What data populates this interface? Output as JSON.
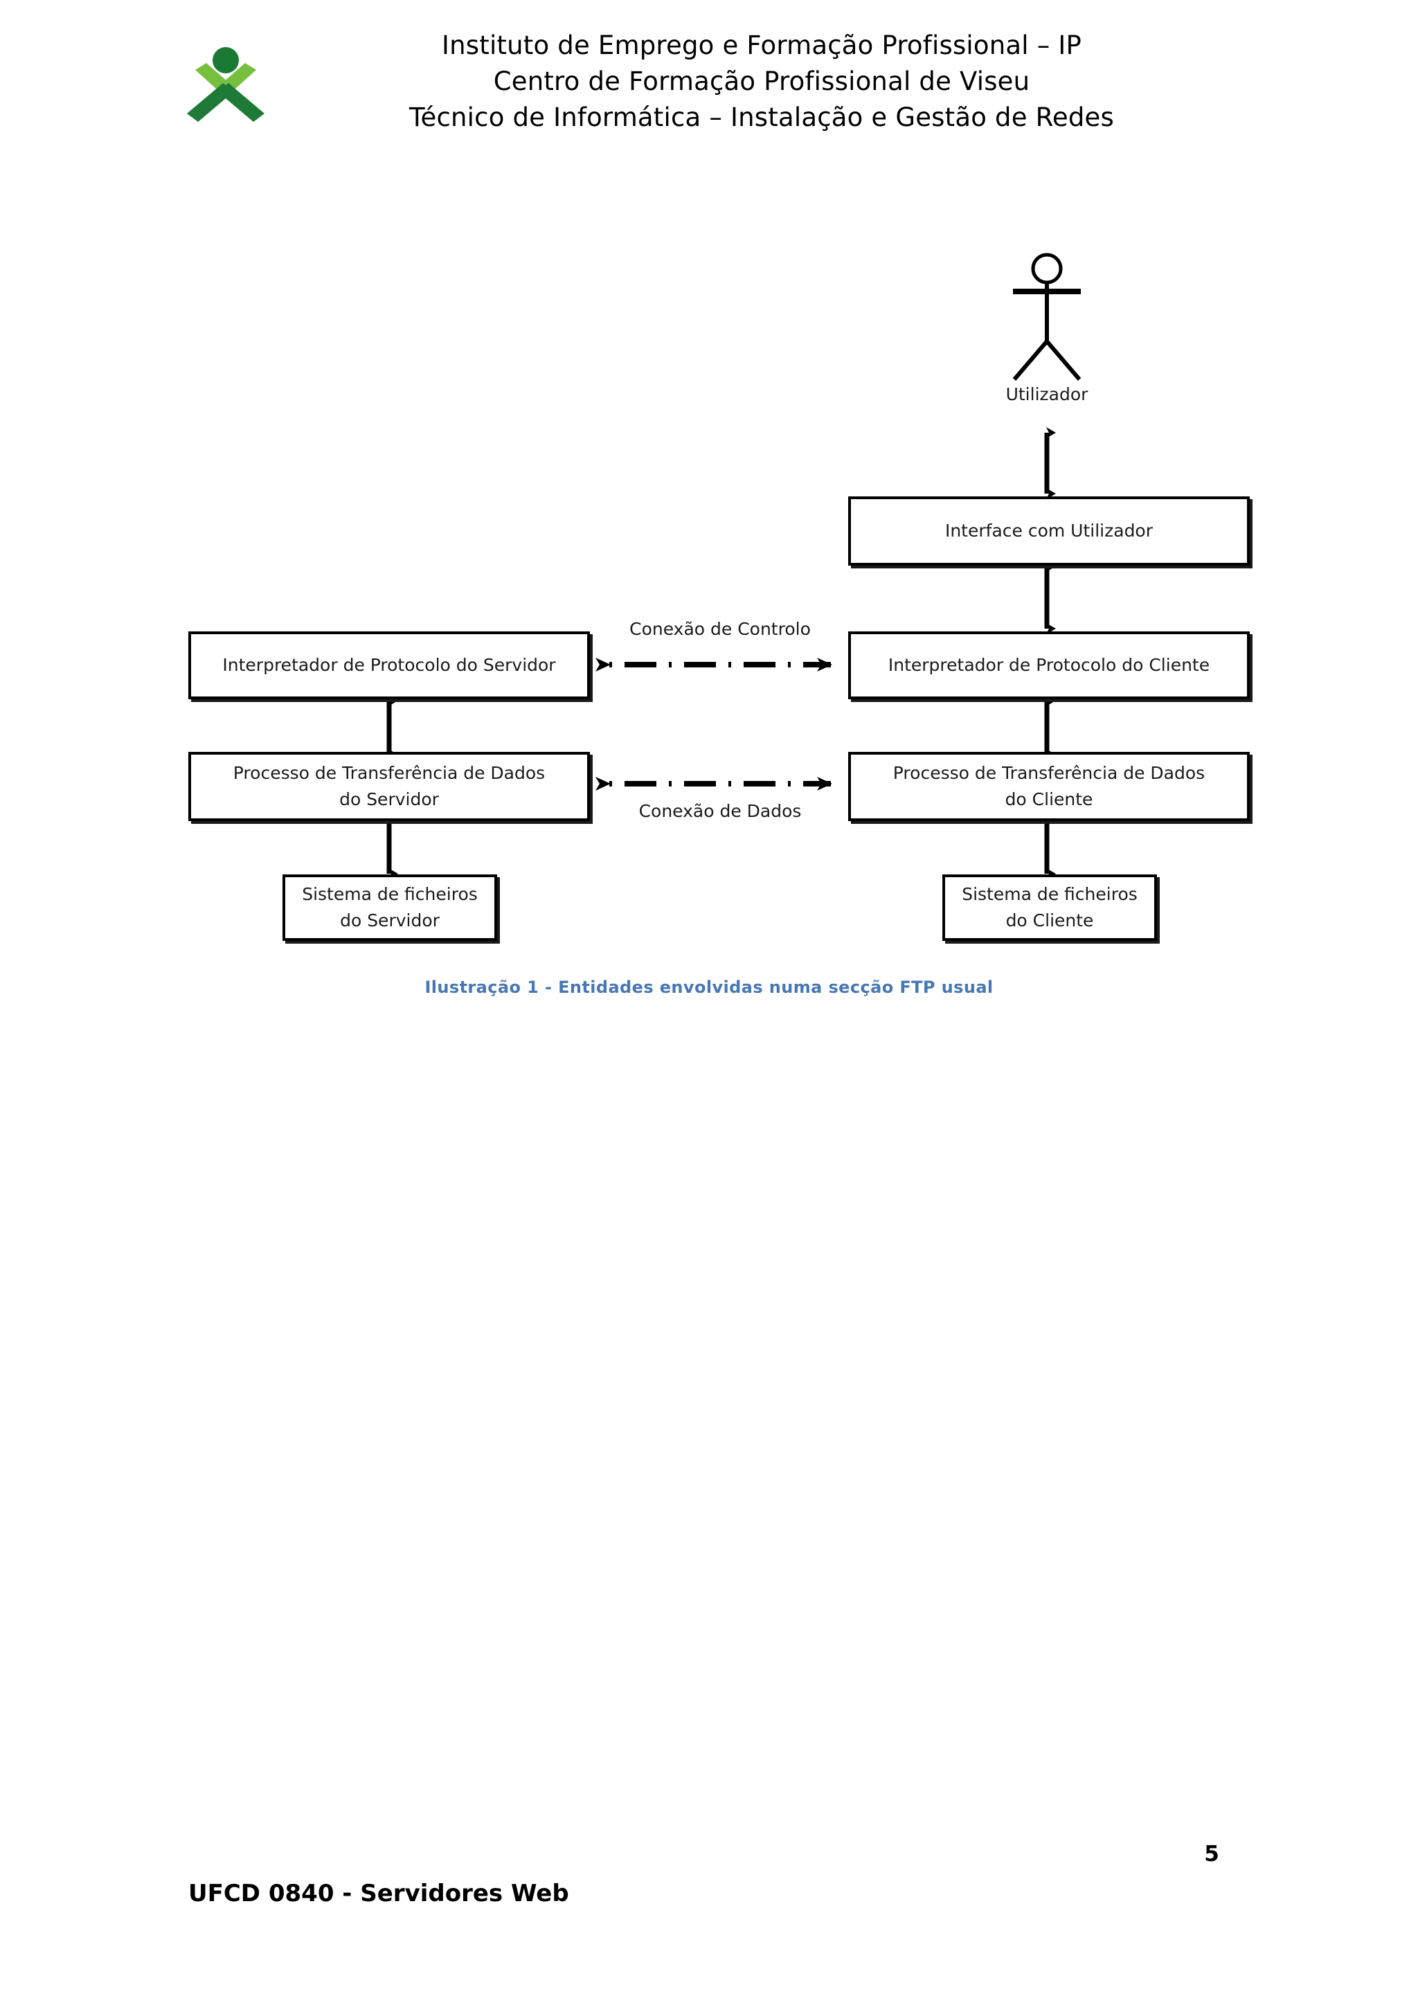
{
  "header": {
    "logo_name": "iefp-logo",
    "lines": [
      "Instituto de Emprego e Formação Profissional – IP",
      "Centro de Formação Profissional de Viseu",
      "Técnico de Informática – Instalação e Gestão de Redes"
    ]
  },
  "diagram": {
    "actor": {
      "label": "Utilizador"
    },
    "nodes": {
      "interface": "Interface com Utilizador",
      "server_protocol": "Interpretador de Protocolo do Servidor",
      "client_protocol": "Interpretador de Protocolo do Cliente",
      "server_transfer_line1": "Processo de Transferência de Dados",
      "server_transfer_line2": "do Servidor",
      "client_transfer_line1": "Processo de Transferência de Dados",
      "client_transfer_line2": "do Cliente",
      "server_fs_line1": "Sistema de ficheiros",
      "server_fs_line2": "do Servidor",
      "client_fs_line1": "Sistema de ficheiros",
      "client_fs_line2": "do Cliente"
    },
    "connections": {
      "control": "Conexão de Controlo",
      "data": "Conexão de Dados"
    },
    "colors": {
      "stroke": "#000000",
      "box_fill": "#ffffff",
      "text": "#1a1a1a"
    }
  },
  "caption": {
    "text": "Ilustração 1 - Entidades envolvidas numa secção FTP usual",
    "color": "#4777b4"
  },
  "footer": {
    "course": "UFCD 0840 - Servidores Web",
    "page_number": "5"
  }
}
